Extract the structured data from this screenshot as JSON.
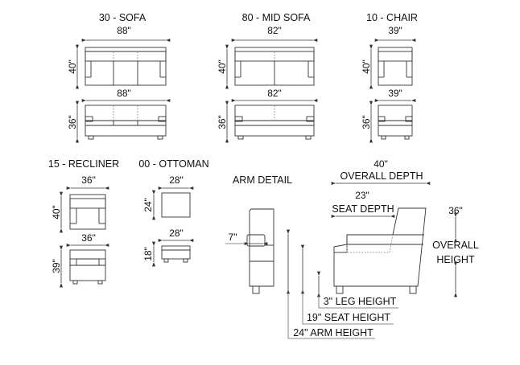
{
  "sofa": {
    "title": "30 - SOFA",
    "top_width": "88\"",
    "top_depth": "40\"",
    "front_width": "88\"",
    "front_height": "36\""
  },
  "mid_sofa": {
    "title": "80 - MID SOFA",
    "top_width": "82\"",
    "top_depth": "40\"",
    "front_width": "82\"",
    "front_height": "36\""
  },
  "chair": {
    "title": "10 - CHAIR",
    "top_width": "39\"",
    "top_depth": "40\"",
    "front_width": "39\"",
    "front_height": "36\""
  },
  "recliner": {
    "title": "15 - RECLINER",
    "top_width": "36\"",
    "top_depth": "40\"",
    "front_width": "36\"",
    "front_height": "39\""
  },
  "ottoman": {
    "title": "00 - OTTOMAN",
    "top_width": "28\"",
    "top_depth": "24\"",
    "front_width": "28\"",
    "front_height": "18\""
  },
  "arm_detail": {
    "title": "ARM DETAIL",
    "arm_width": "7\""
  },
  "side": {
    "overall_depth_value": "40\"",
    "overall_depth_label": "OVERALL DEPTH",
    "seat_depth_value": "23\"",
    "seat_depth_label": "SEAT DEPTH",
    "overall_height_value": "36\"",
    "overall_height_label1": "OVERALL",
    "overall_height_label2": "HEIGHT",
    "leg_height": "3\" LEG HEIGHT",
    "seat_height": "19\" SEAT HEIGHT",
    "arm_height": "24\" ARM HEIGHT"
  }
}
